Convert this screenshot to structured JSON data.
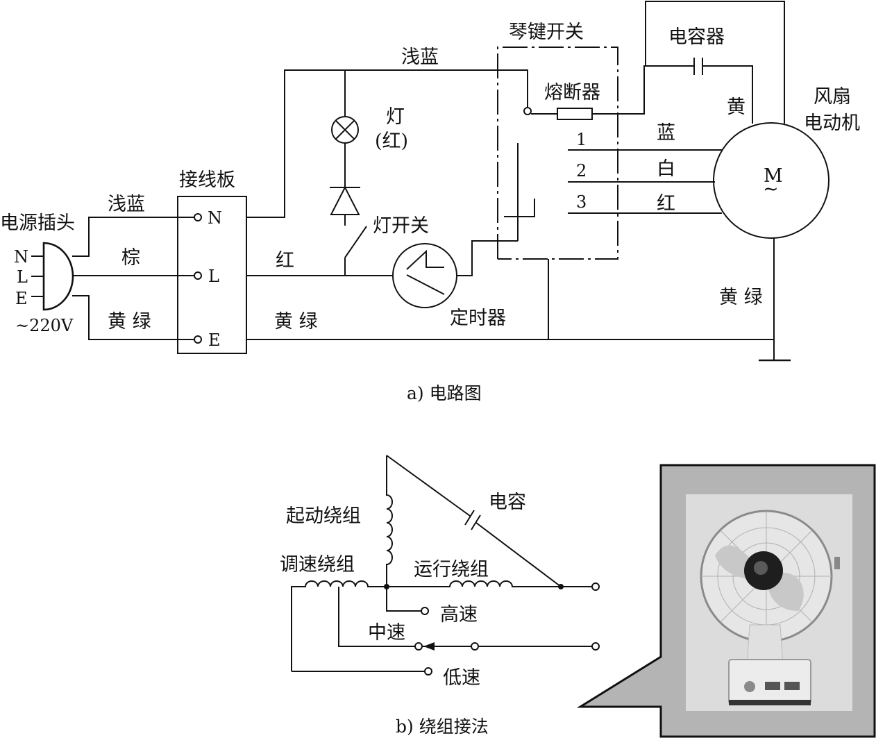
{
  "labels": {
    "plug": "电源插头",
    "n_letter": "N",
    "l_letter": "L",
    "e_letter": "E",
    "voltage": "~220V",
    "light_blue_1": "浅蓝",
    "brown": "棕",
    "yellow_green_1": "黄 绿",
    "terminal_board": "接线板",
    "term_n": "N",
    "term_l": "L",
    "term_e": "E",
    "light_blue_2": "浅蓝",
    "red_1": "红",
    "yellow_green_2": "黄 绿",
    "lamp": "灯",
    "lamp_red": "(红)",
    "lamp_switch": "灯开关",
    "timer": "定时器",
    "piano_switch": "琴键开关",
    "fuse": "熔断器",
    "capacitor": "电容器",
    "yellow": "黄",
    "fan_motor_1": "风扇",
    "fan_motor_2": "电动机",
    "pos_1": "1",
    "pos_2": "2",
    "pos_3": "3",
    "blue": "蓝",
    "white": "白",
    "red_2": "红",
    "motor_m": "M",
    "motor_tilde": "~",
    "yellow_green_3": "黄 绿",
    "caption_a": "a) 电路图",
    "start_winding": "起动绕组",
    "cap_b": "电容",
    "speed_winding": "调速绕组",
    "run_winding": "运行绕组",
    "high_speed": "高速",
    "mid_speed": "中速",
    "low_speed": "低速",
    "caption_b": "b) 绕组接法"
  }
}
